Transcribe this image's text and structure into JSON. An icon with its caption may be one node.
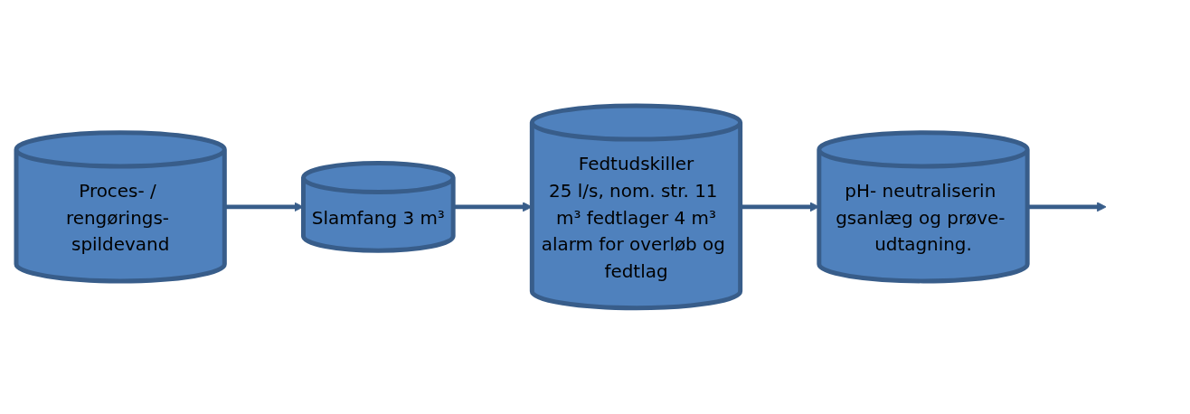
{
  "diagram": {
    "nodes": [
      {
        "text": [
          "Proces- / rengørings- spildevand"
        ]
      },
      {
        "text": [
          "Slamfang 3 m³"
        ]
      },
      {
        "text": [
          "Fedtudskiller",
          "25 l/s, nom. str. 11 m³ fedtlager 4 m³",
          "alarm for overløb og fedtlag"
        ]
      },
      {
        "text": [
          "pH- neutraliserin gsanlæg og prøve- udtagning."
        ]
      }
    ],
    "edges": [
      {
        "from": 0,
        "to": 1,
        "arrow": "to"
      },
      {
        "from": 1,
        "to": 2,
        "arrow": "to"
      },
      {
        "from": 2,
        "to": 3,
        "arrow": "to"
      },
      {
        "from": 3,
        "to": null,
        "arrow": "to"
      }
    ]
  }
}
